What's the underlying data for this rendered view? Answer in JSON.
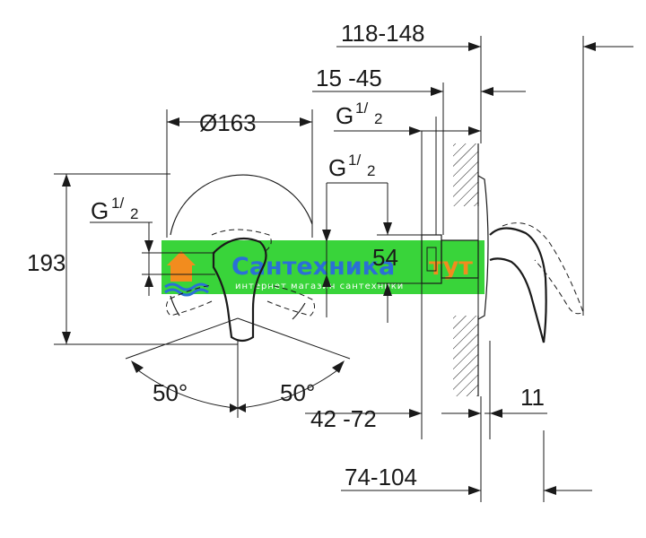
{
  "drawing": {
    "dimensions": {
      "depth_total": "118-148",
      "depth_body": "15 -45",
      "plate_diameter": "Ø163",
      "thread_top": "G",
      "thread_top_fraction": "1/",
      "thread_top_fraction_den": "2",
      "thread_mid": "G",
      "thread_mid_fraction": "1/",
      "thread_mid_fraction_den": "2",
      "thread_left": "G",
      "thread_left_fraction": "1/",
      "thread_left_fraction_den": "2",
      "height": "193",
      "inlet_spacing": "54",
      "angle_left": "50°",
      "angle_right": "50°",
      "depth_install": "42 -72",
      "plate_thickness": "11",
      "depth_overall": "74-104"
    },
    "watermark": {
      "title": "Сантехника",
      "title_suffix": "тут",
      "subtitle": "интернет магазин сантехники"
    },
    "colors": {
      "watermark_green": "#39d43a",
      "watermark_blue": "#2b6fd6",
      "watermark_orange": "#f28c1e",
      "line": "#1a1a1a"
    }
  }
}
